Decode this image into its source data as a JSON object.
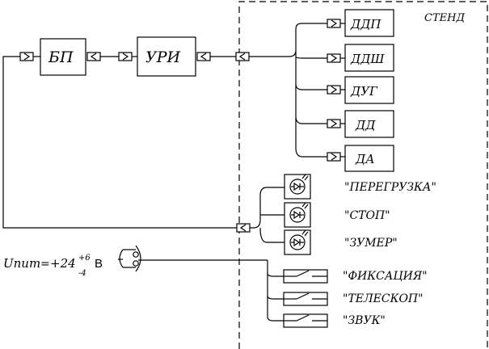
{
  "stand": {
    "title": "СТЕНД"
  },
  "blocks": {
    "bp": "БП",
    "uri": "УРИ"
  },
  "sensors": [
    "ДДП",
    "ДДШ",
    "ДУГ",
    "ДД",
    "ДА"
  ],
  "indicators": [
    "\"ПЕРЕГРУЗКА\"",
    "\"СТОП\"",
    "\"ЗУМЕР\""
  ],
  "switches": [
    "\"ФИКСАЦИЯ\"",
    "\"ТЕЛЕСКОП\"",
    "\"ЗВУК\""
  ],
  "power": {
    "label": "Uпит",
    "equals": "=",
    "value": "+24",
    "tol_plus": "+6",
    "tol_minus": "-4",
    "unit": "В"
  }
}
